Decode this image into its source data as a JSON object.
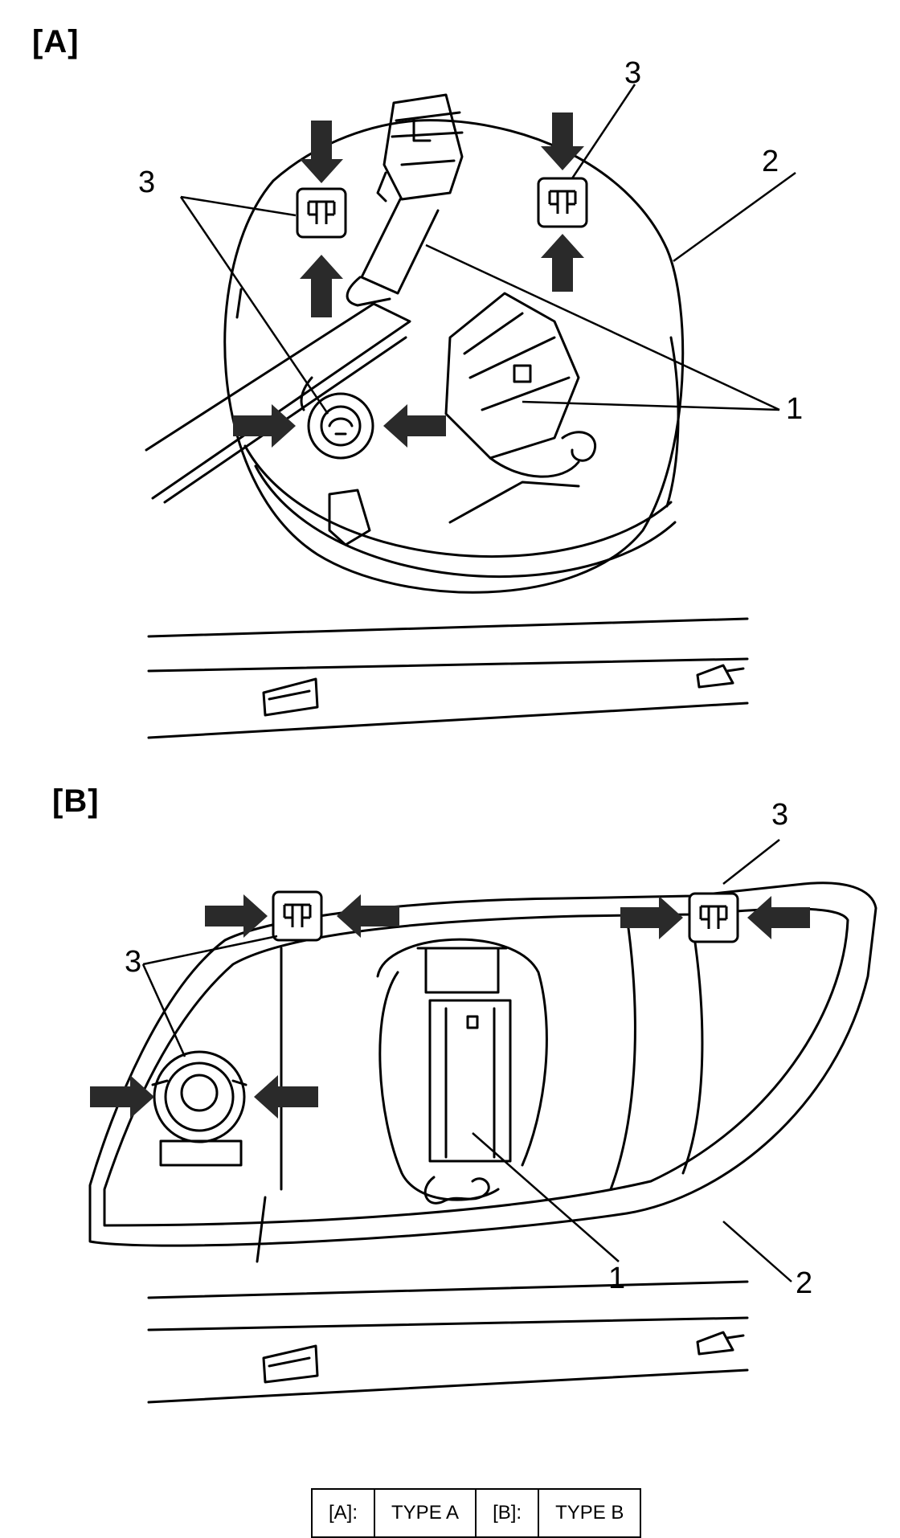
{
  "panel_a": {
    "title": "[A]",
    "callouts": {
      "bulb": "1",
      "lamp": "2",
      "clip_left": "3",
      "clip_right": "3"
    }
  },
  "panel_b": {
    "title": "[B]",
    "callouts": {
      "bulb": "1",
      "lamp": "2",
      "clip_left": "3",
      "clip_right": "3"
    }
  },
  "legend": {
    "a_key": "[A]:",
    "a_value": "TYPE A",
    "b_key": "[B]:",
    "b_value": "TYPE B"
  },
  "colors": {
    "line": "#000000",
    "arrow": "#2a2a2a",
    "background": "#ffffff"
  }
}
